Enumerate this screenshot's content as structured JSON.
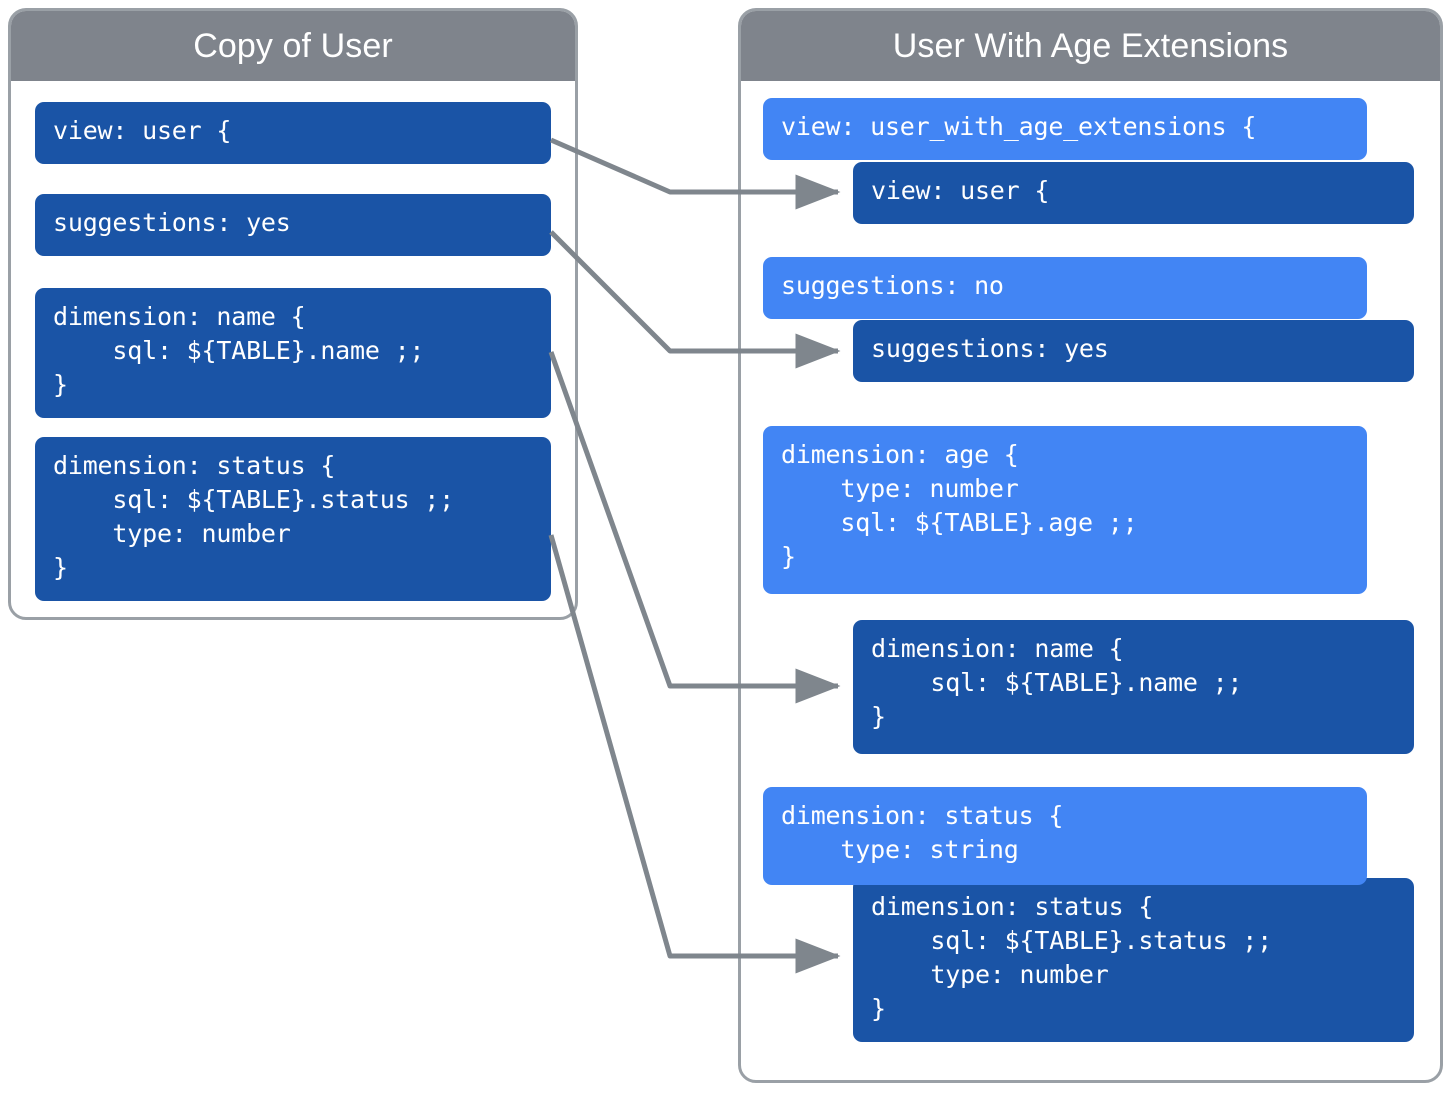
{
  "panels": {
    "left": {
      "title": "Copy of User",
      "blocks": [
        {
          "name": "view-user-block",
          "text": "view: user {"
        },
        {
          "name": "suggestions-yes-block",
          "text": "suggestions: yes"
        },
        {
          "name": "dimension-name-block",
          "text": "dimension: name {\n    sql: ${TABLE}.name ;;\n}"
        },
        {
          "name": "dimension-status-block",
          "text": "dimension: status {\n    sql: ${TABLE}.status ;;\n    type: number\n}"
        }
      ]
    },
    "right": {
      "title": "User With Age Extensions",
      "blocks": [
        {
          "name": "view-user-with-age-extensions-block",
          "variant": "light",
          "text": "view: user_with_age_extensions {"
        },
        {
          "name": "inherited-view-user-block",
          "variant": "dark",
          "text": "view: user {"
        },
        {
          "name": "suggestions-no-block",
          "variant": "light",
          "text": "suggestions: no"
        },
        {
          "name": "inherited-suggestions-yes-block",
          "variant": "dark",
          "text": "suggestions: yes"
        },
        {
          "name": "dimension-age-block",
          "variant": "light",
          "text": "dimension: age {\n    type: number\n    sql: ${TABLE}.age ;;\n}"
        },
        {
          "name": "inherited-dimension-name-block",
          "variant": "dark",
          "text": "dimension: name {\n    sql: ${TABLE}.name ;;\n}"
        },
        {
          "name": "dimension-status-override-block",
          "variant": "light",
          "text": "dimension: status {\n    type: string"
        },
        {
          "name": "inherited-dimension-status-block",
          "variant": "dark",
          "text": "dimension: status {\n    sql: ${TABLE}.status ;;\n    type: number\n}"
        }
      ]
    }
  },
  "colors": {
    "dark_blue": "#1a54a6",
    "light_blue": "#4285f4",
    "header_gray": "#7f848c",
    "border_gray": "#9aa0a6",
    "arrow_gray": "#7f868d",
    "text_white": "#ffffff"
  },
  "connectors": [
    {
      "name": "connector-view-user",
      "from": "view-user-block",
      "to": "inherited-view-user-block"
    },
    {
      "name": "connector-suggestions-yes",
      "from": "suggestions-yes-block",
      "to": "inherited-suggestions-yes-block"
    },
    {
      "name": "connector-dimension-name",
      "from": "dimension-name-block",
      "to": "inherited-dimension-name-block"
    },
    {
      "name": "connector-dimension-status",
      "from": "dimension-status-block",
      "to": "inherited-dimension-status-block"
    }
  ]
}
